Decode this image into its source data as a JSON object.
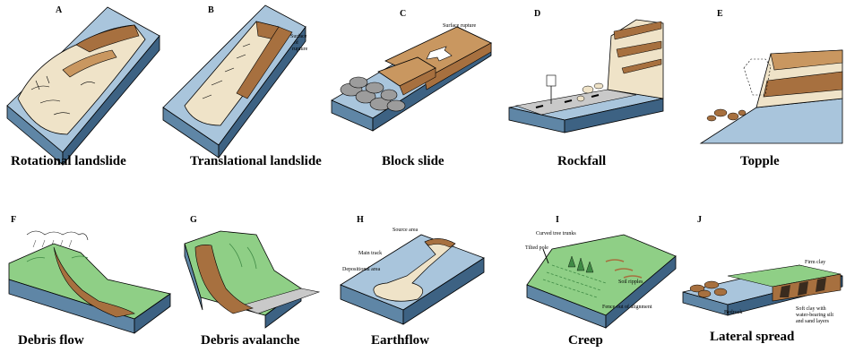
{
  "colors": {
    "slab_top": "#a9c5dc",
    "slab_side": "#5f86a6",
    "slab_dark": "#3d6283",
    "debris": "#efe3c8",
    "rock": "#a7703f",
    "rock_dark": "#6d4420",
    "tan": "#c99760",
    "green": "#8fcf86",
    "green_dark": "#3f8a45",
    "road": "#c9c9c9",
    "gray_block": "#9c9c9c"
  },
  "panels": [
    {
      "letter": "A",
      "caption": "Rotational landslide",
      "notes": []
    },
    {
      "letter": "B",
      "caption": "Translational landslide",
      "notes": [
        "Surface",
        "of",
        "rupture"
      ]
    },
    {
      "letter": "C",
      "caption": "Block slide",
      "notes": [
        "Surface rupture"
      ]
    },
    {
      "letter": "D",
      "caption": "Rockfall",
      "notes": []
    },
    {
      "letter": "E",
      "caption": "Topple",
      "notes": []
    },
    {
      "letter": "F",
      "caption": "Debris flow",
      "notes": []
    },
    {
      "letter": "G",
      "caption": "Debris avalanche",
      "notes": []
    },
    {
      "letter": "H",
      "caption": "Earthflow",
      "notes": [
        "Source area",
        "Main track",
        "Depositional area"
      ]
    },
    {
      "letter": "I",
      "caption": "Creep",
      "notes": [
        "Curved tree trunks",
        "Tilted pole",
        "Soil ripples",
        "Fence out of alignment"
      ]
    },
    {
      "letter": "J",
      "caption": "Lateral spread",
      "notes": [
        "Firm clay",
        "Soft clay with",
        "water-bearing silt",
        "and sand layers",
        "Bedrock"
      ]
    }
  ]
}
